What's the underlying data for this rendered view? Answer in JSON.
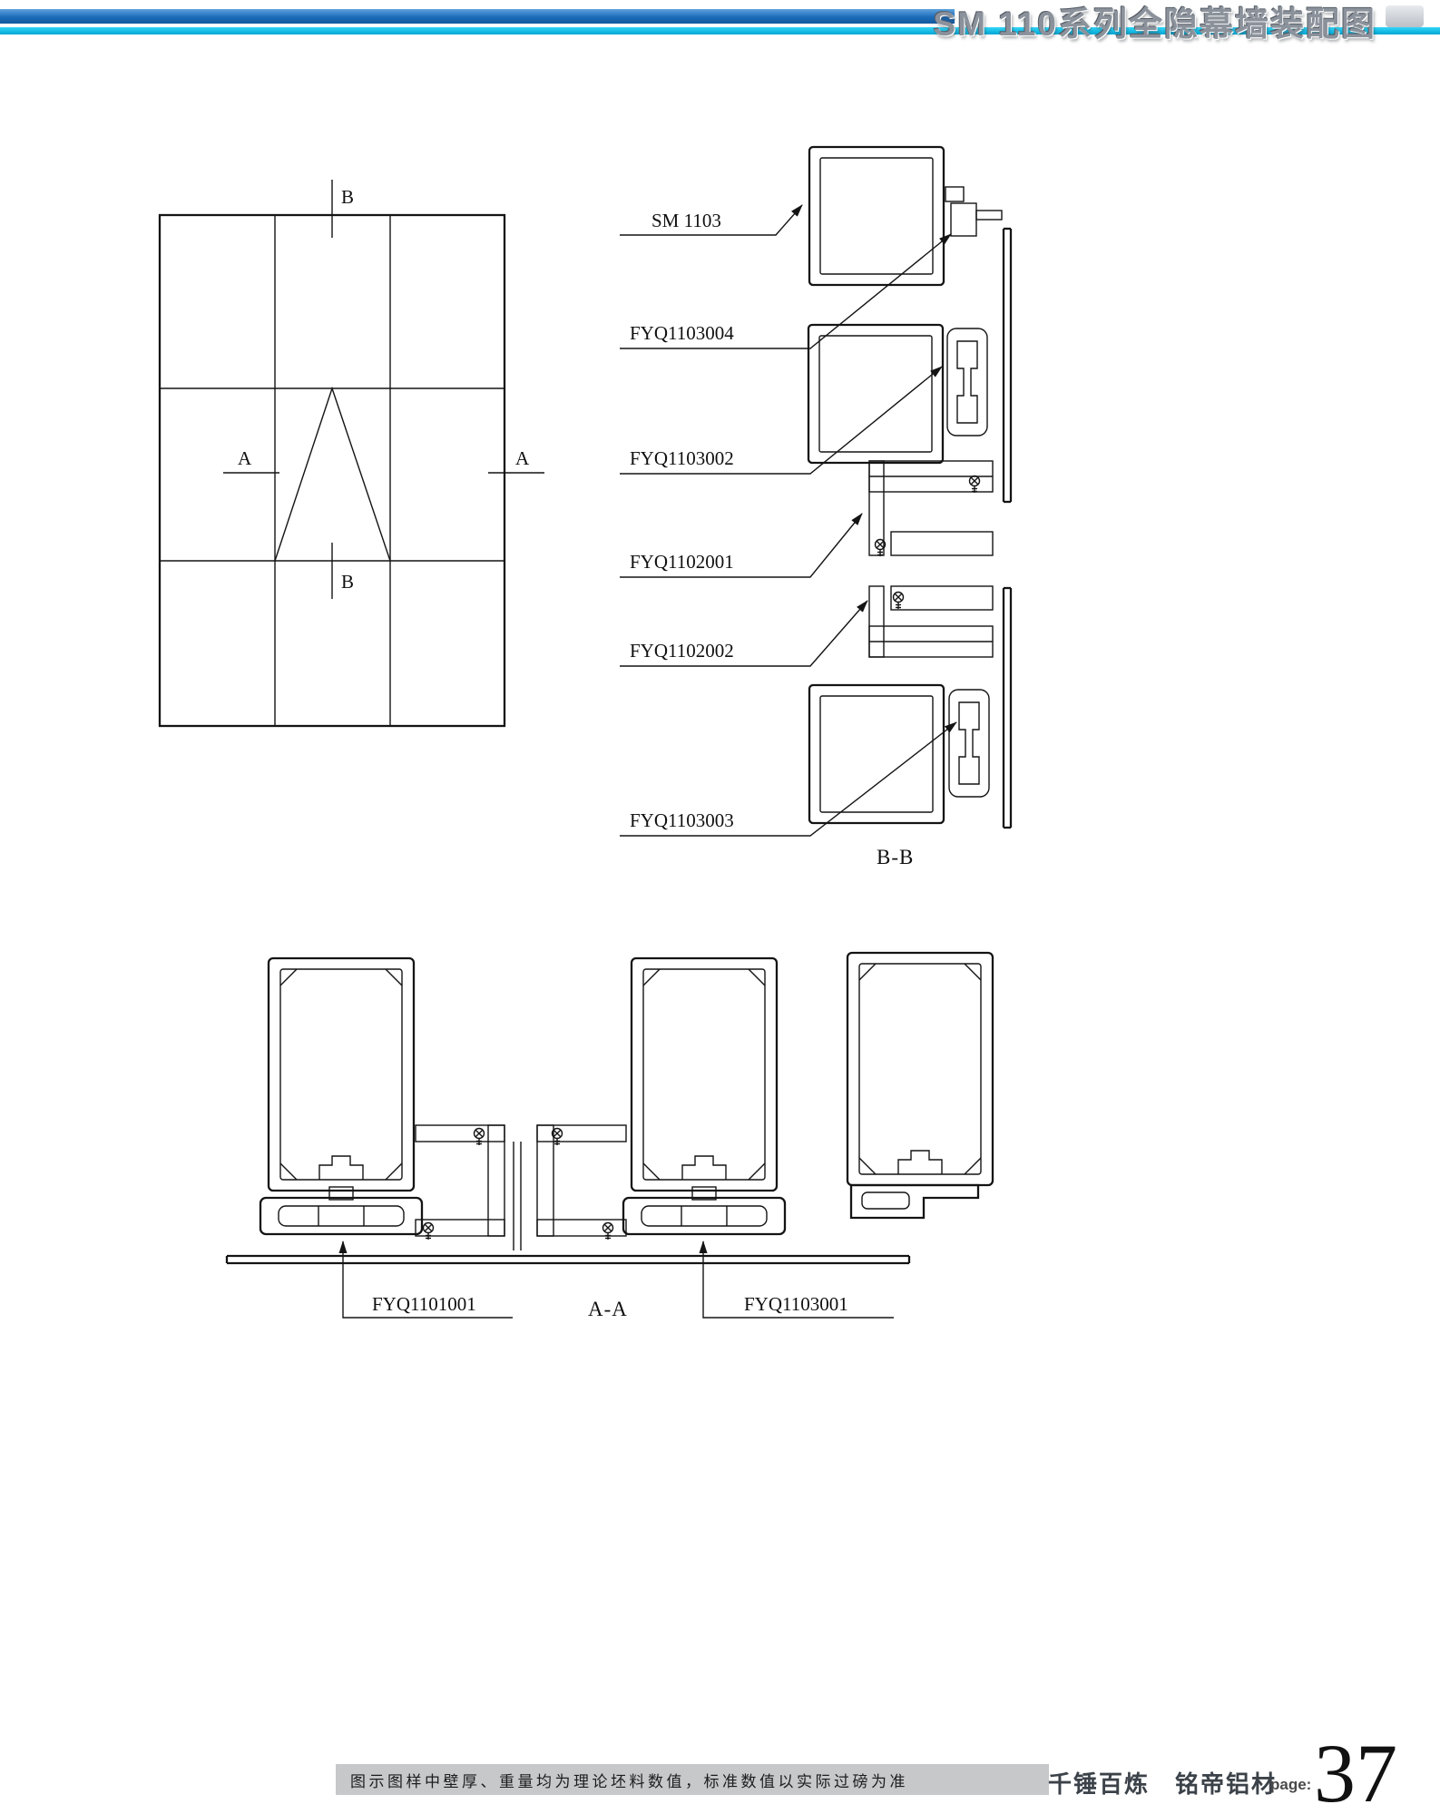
{
  "header": {
    "title": "SM 110系列全隐幕墙装配图"
  },
  "elevation": {
    "label_b_top": "B",
    "label_b_bottom": "B",
    "label_a_left": "A",
    "label_a_right": "A"
  },
  "section_bb": {
    "labels": [
      "SM 1103",
      "FYQ1103004",
      "FYQ1103002",
      "FYQ1102001",
      "FYQ1102002",
      "FYQ1103003"
    ],
    "caption": "B-B"
  },
  "section_aa": {
    "labels": [
      "FYQ1101001",
      "FYQ1103001"
    ],
    "caption": "A-A"
  },
  "footer": {
    "disclaimer": "图示图样中壁厚、重量均为理论坯料数值，标准数值以实际过磅为准",
    "brand": "千锤百炼　铭帝铝材",
    "page_label": "page:",
    "page_number": "37"
  },
  "colors": {
    "header_blue": "#1c6cba",
    "header_cyan": "#00b9ea",
    "line": "#141414",
    "footer_bar": "#c6c8ca"
  }
}
